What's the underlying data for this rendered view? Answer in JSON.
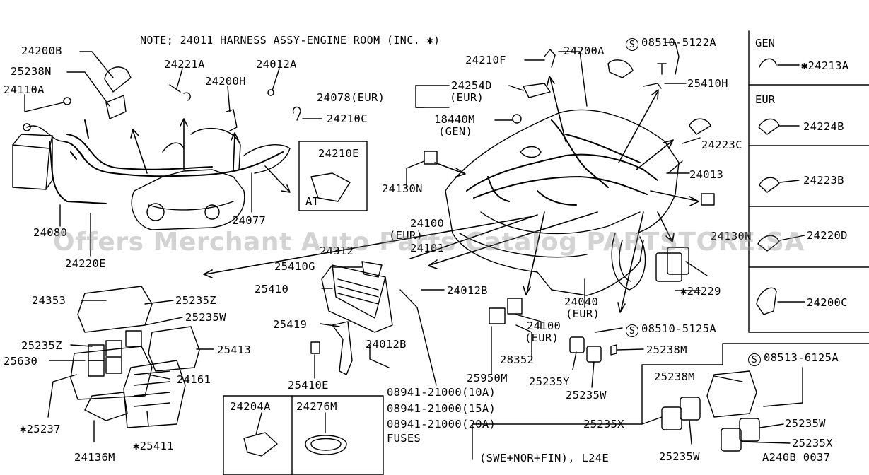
{
  "note": "NOTE; 24011 HARNESS ASSY-ENGINE ROOM (INC. ✱)",
  "watermark": "Offers Merchant Auto Parts Catalog PARTSTORE.SA",
  "diagram_id": "A240B 0037",
  "labels": {
    "p24200B": "24200B",
    "p25238N": "25238N",
    "p24110A": "24110A",
    "p24221A": "24221A",
    "p24012A": "24012A",
    "p24200H": "24200H",
    "p24210C": "24210C",
    "p24210E": "24210E",
    "at": "AT",
    "p24080": "24080",
    "p24220E": "24220E",
    "p24077": "24077",
    "p24210F": "24210F",
    "p24200A": "24200A",
    "s08510_5122A": "08510-5122A",
    "p25410H": "25410H",
    "p24254D": "24254D",
    "eur_24254D": "(EUR)",
    "p24078EUR": "24078(EUR)",
    "p18440M": "18440M",
    "gen_18440M": "(GEN)",
    "p24223C": "24223C",
    "p24013": "24013",
    "p24130N": "24130N",
    "p24100_top": "24100",
    "eur_24100_top": "(EUR)",
    "p24312": "24312",
    "p24101": "24101",
    "p24130N_right": "24130N",
    "p25410G": "25410G",
    "p25410": "25410",
    "p24012B_a": "24012B",
    "p24353": "24353",
    "p25235Z_a": "25235Z",
    "p25235W_a": "25235W",
    "p25419": "25419",
    "p24012B_b": "24012B",
    "p25235Z_b": "25235Z",
    "p25413": "25413",
    "p25630": "25630",
    "p24161": "24161",
    "p25410E": "25410E",
    "p25237": "✱25237",
    "p25411": "✱25411",
    "p24136M": "24136M",
    "p24204A": "24204A",
    "p24276M": "24276M",
    "fuse10": "08941-21000(10A)",
    "fuse15": "08941-21000(15A)",
    "fuse20": "08941-21000(20A)",
    "fuses": "FUSES",
    "p24040": "24040",
    "eur_24040": "(EUR)",
    "p24229": "✱24229",
    "p24100_b": "24100",
    "eur_24100_b": "(EUR)",
    "s08510_5125A": "08510-5125A",
    "p25238M_a": "25238M",
    "p28352": "28352",
    "p25950M": "25950M",
    "p25235Y": "25235Y",
    "p25235W_b": "25235W",
    "s_letter": "S",
    "s08513_6125A": "08513-6125A",
    "p25238M_b": "25238M",
    "p25235X_a": "25235X",
    "p25235W_c": "25235W",
    "p25235W_d": "25235W",
    "p25235X_b": "25235X",
    "swe_note": "(SWE+NOR+FIN), L24E"
  },
  "side_panel": {
    "gen_header": "GEN",
    "gen_part": "✱24213A",
    "eur_header": "EUR",
    "p24224B": "24224B",
    "p24223B": "24223B",
    "p24220D": "24220D",
    "p24200C": "24200C"
  }
}
